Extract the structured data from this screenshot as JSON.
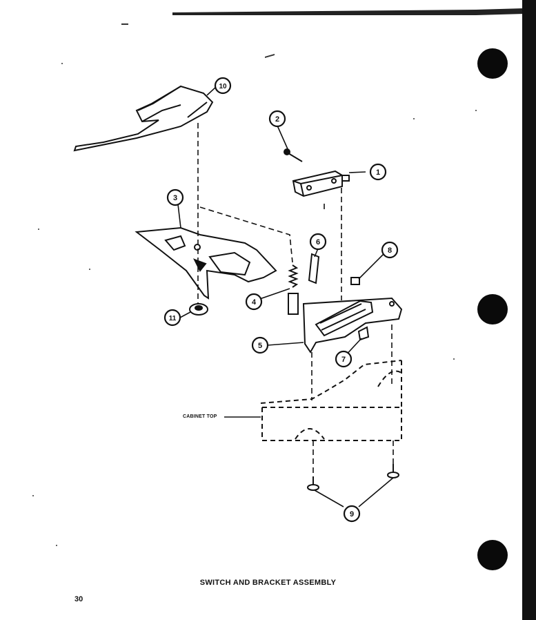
{
  "caption": "SWITCH AND BRACKET ASSEMBLY",
  "page_number": "30",
  "cabinet_label": "CABINET TOP",
  "callouts": [
    "1",
    "2",
    "3",
    "4",
    "5",
    "6",
    "7",
    "8",
    "9",
    "10",
    "11"
  ],
  "colors": {
    "ink": "#111111",
    "paper": "#ffffff"
  }
}
